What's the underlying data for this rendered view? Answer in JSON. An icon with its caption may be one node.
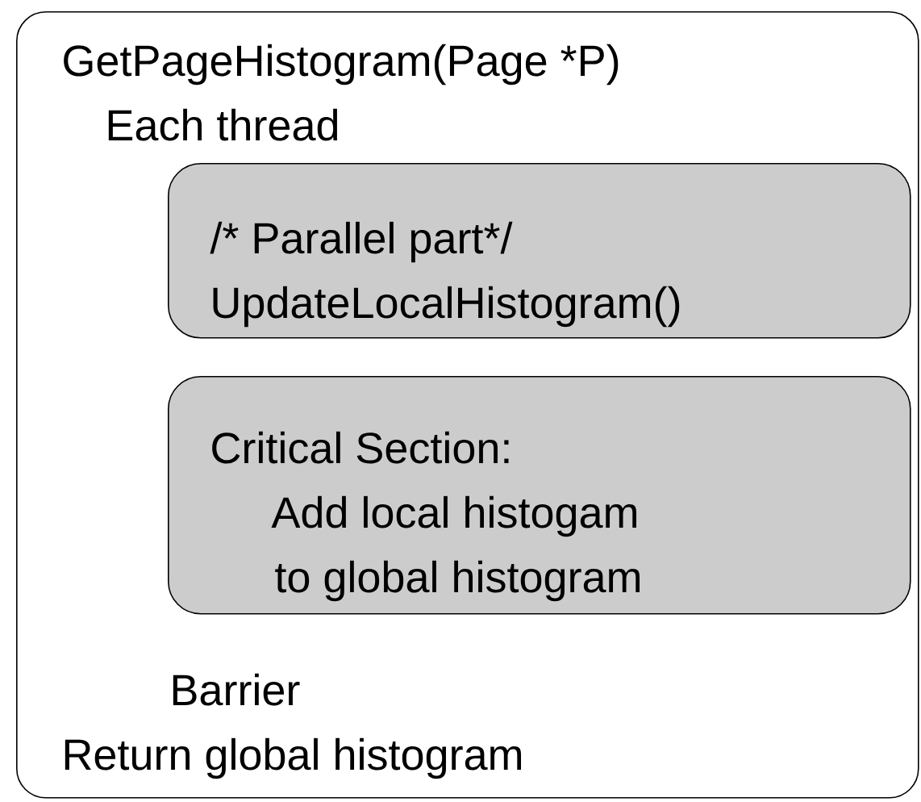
{
  "diagram": {
    "nodes": [
      {
        "text": [
          "GetPageHistogram(Page *P)",
          "Each thread",
          "Barrier",
          "Return global histogram"
        ]
      },
      {
        "text": [
          "/* Parallel part*/",
          "UpdateLocalHistogram()"
        ],
        "in": 0
      },
      {
        "text": [
          "Critical Section:",
          "Add local histogam",
          "to global histogram"
        ],
        "in": 0
      }
    ]
  }
}
